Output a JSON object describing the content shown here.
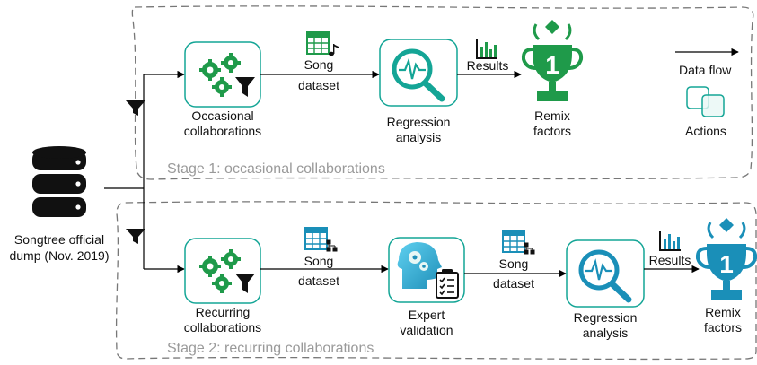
{
  "source": {
    "line1": "Songtree official",
    "line2": "dump (Nov. 2019)"
  },
  "stage1": {
    "label": "Stage 1: occasional collaborations",
    "action1": {
      "line1": "Occasional",
      "line2": "collaborations"
    },
    "edge1": {
      "line1": "Song",
      "line2": "dataset"
    },
    "action2": {
      "line1": "Regression",
      "line2": "analysis"
    },
    "edge2": {
      "line1": "Results"
    },
    "output": {
      "line1": "Remix",
      "line2": "factors",
      "badge": "1"
    }
  },
  "stage2": {
    "label": "Stage 2: recurring collaborations",
    "action1": {
      "line1": "Recurring",
      "line2": "collaborations"
    },
    "edge1": {
      "line1": "Song",
      "line2": "dataset"
    },
    "action2": {
      "line1": "Expert",
      "line2": "validation"
    },
    "edge2": {
      "line1": "Song",
      "line2": "dataset"
    },
    "action3": {
      "line1": "Regression",
      "line2": "analysis"
    },
    "edge3": {
      "line1": "Results"
    },
    "output": {
      "line1": "Remix",
      "line2": "factors",
      "badge": "1"
    }
  },
  "legend": {
    "flow": "Data flow",
    "actions": "Actions"
  },
  "colors": {
    "teal": "#14a596",
    "teal_light": "#e8f7f5",
    "green": "#1d8a3b",
    "dashed": "#777777",
    "line": "#000000"
  }
}
